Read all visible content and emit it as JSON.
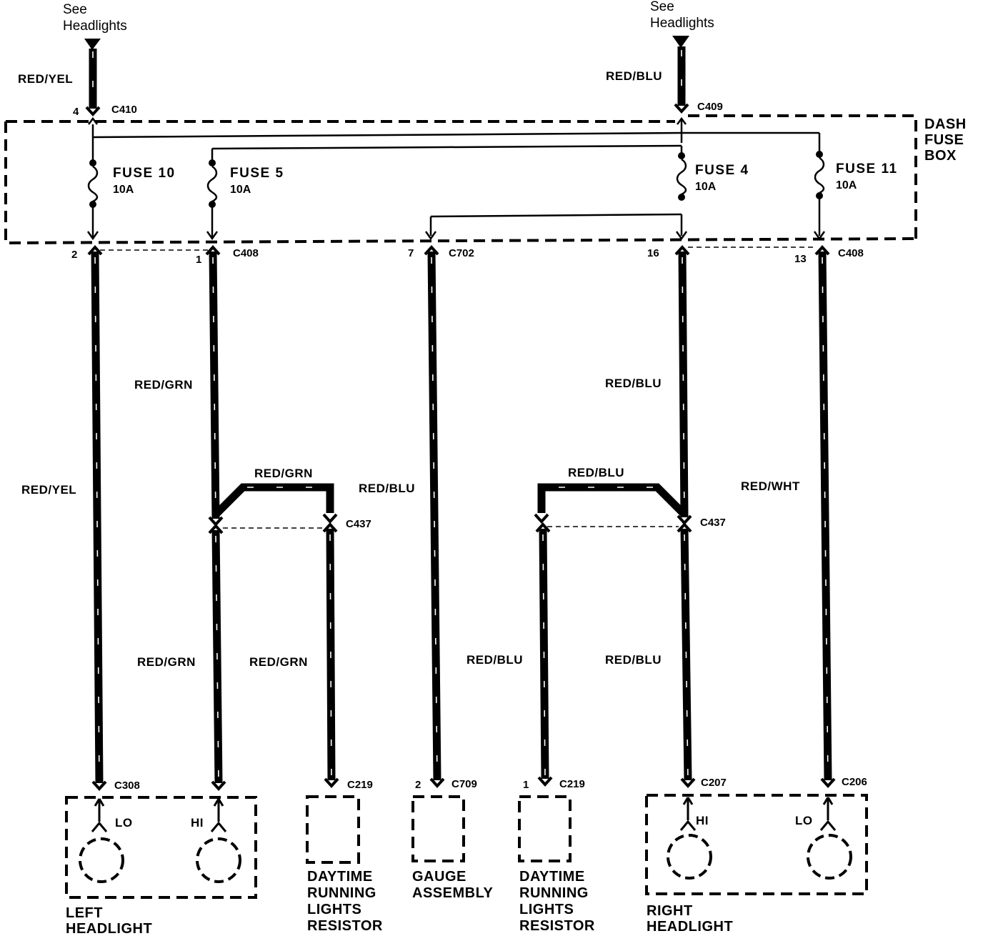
{
  "top_refs": {
    "left_see": [
      "See",
      "Headlights"
    ],
    "right_see": [
      "See",
      "Headlights"
    ]
  },
  "fuse_box": {
    "name": [
      "DASH",
      "FUSE",
      "BOX"
    ],
    "fuses": [
      {
        "name": "FUSE 10",
        "rating": "10A"
      },
      {
        "name": "FUSE 5",
        "rating": "10A"
      },
      {
        "name": "FUSE 4",
        "rating": "10A"
      },
      {
        "name": "FUSE 11",
        "rating": "10A"
      }
    ]
  },
  "connectors": {
    "c410": "C410",
    "c409": "C409",
    "c408_left": "C408",
    "c702": "C702",
    "c408_right": "C408",
    "c437_left": "C437",
    "c437_right": "C437",
    "c308": "C308",
    "c219_left": "C219",
    "c709": "C709",
    "c219_right": "C219",
    "c207": "C207",
    "c206": "C206"
  },
  "pins": {
    "c410": "4",
    "fuse10_out": "2",
    "fuse5_out": "1",
    "c702": "7",
    "fuse4_out": "16",
    "fuse11_out": "13",
    "c709": "2",
    "c219_right": "1"
  },
  "wires": {
    "top_left": "RED/YEL",
    "top_right": "RED/BLU",
    "left_main": "RED/YEL",
    "fuse5_upper": "RED/GRN",
    "fuse5_branch": "RED/GRN",
    "fuse5_lower": "RED/GRN",
    "drl_left": "RED/GRN",
    "gauge": "RED/BLU",
    "drl_right_branch": "RED/BLU",
    "drl_right": "RED/BLU",
    "fuse4_upper": "RED/BLU",
    "fuse4_lower": "RED/BLU",
    "fuse11": "RED/WHT"
  },
  "components": {
    "left_headlight": [
      "LEFT",
      "HEADLIGHT"
    ],
    "left_lo": "LO",
    "left_hi": "HI",
    "drl_left": [
      "DAYTIME",
      "RUNNING",
      "LIGHTS",
      "RESISTOR"
    ],
    "gauge": [
      "GAUGE",
      "ASSEMBLY"
    ],
    "drl_right": [
      "DAYTIME",
      "RUNNING",
      "LIGHTS",
      "RESISTOR"
    ],
    "right_headlight": [
      "RIGHT",
      "HEADLIGHT"
    ],
    "right_hi": "HI",
    "right_lo": "LO"
  }
}
